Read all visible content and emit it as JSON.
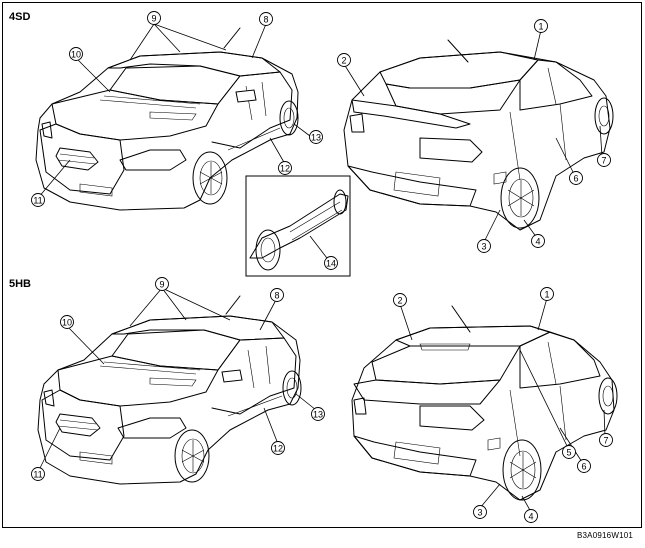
{
  "sections": [
    {
      "id": "sd",
      "label": "4SD"
    },
    {
      "id": "hb",
      "label": "5HB"
    }
  ],
  "callouts": {
    "sd_front": [
      "9",
      "8",
      "10",
      "13",
      "12",
      "11"
    ],
    "sd_rear": [
      "1",
      "2",
      "7",
      "6",
      "3",
      "4"
    ],
    "sd_inset": [
      "14"
    ],
    "hb_front": [
      "9",
      "8",
      "10",
      "13",
      "12",
      "11"
    ],
    "hb_rear": [
      "1",
      "2",
      "7",
      "6",
      "5",
      "3",
      "4"
    ]
  },
  "figure_code": "B3A0916W101"
}
